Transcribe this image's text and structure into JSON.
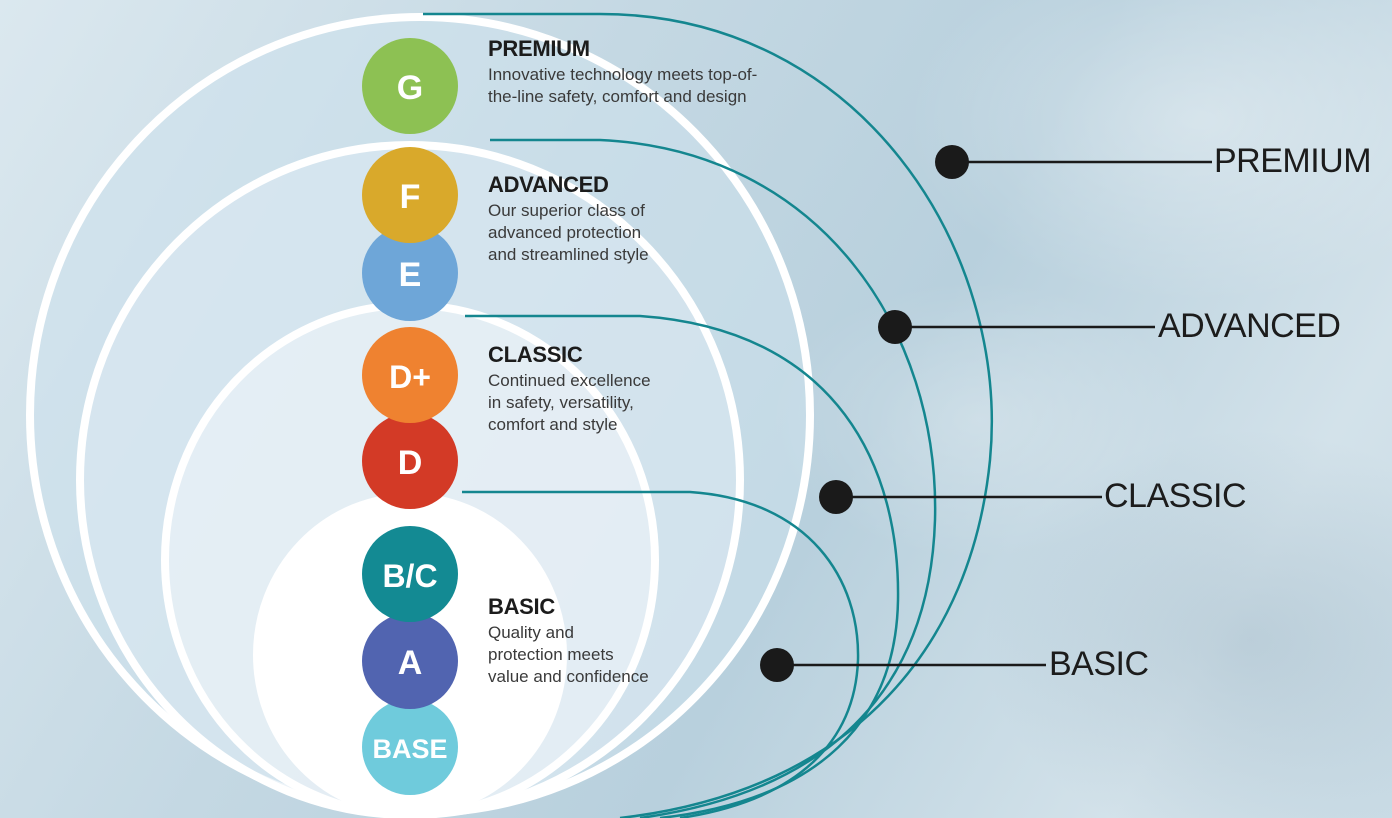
{
  "tiers": [
    {
      "key": "premium",
      "heading": "PREMIUM",
      "description_lines": [
        "Innovative technology meets top-of-",
        "the-line safety, comfort and design"
      ],
      "callout": "PREMIUM",
      "badges": [
        {
          "label": "G",
          "color": "#8dc153"
        }
      ]
    },
    {
      "key": "advanced",
      "heading": "ADVANCED",
      "description_lines": [
        "Our superior class of",
        "advanced protection",
        "and streamlined style"
      ],
      "callout": "ADVANCED",
      "badges": [
        {
          "label": "F",
          "color": "#d9a92b"
        },
        {
          "label": "E",
          "color": "#6ea6d8"
        }
      ]
    },
    {
      "key": "classic",
      "heading": "CLASSIC",
      "description_lines": [
        "Continued excellence",
        "in safety, versatility,",
        "comfort and style"
      ],
      "callout": "CLASSIC",
      "badges": [
        {
          "label": "D+",
          "color": "#ef8230"
        },
        {
          "label": "D",
          "color": "#d33a26"
        }
      ]
    },
    {
      "key": "basic",
      "heading": "BASIC",
      "description_lines": [
        "Quality and",
        "protection meets",
        "value and confidence"
      ],
      "callout": "BASIC",
      "badges": [
        {
          "label": "B/C",
          "color": "#138a93"
        },
        {
          "label": "A",
          "color": "#5164b0"
        },
        {
          "label": "BASE",
          "color": "#6fcbdc"
        }
      ]
    }
  ],
  "colors": {
    "connector": "#14868f",
    "ring": "#ffffff",
    "dot": "#1a1a1a"
  }
}
